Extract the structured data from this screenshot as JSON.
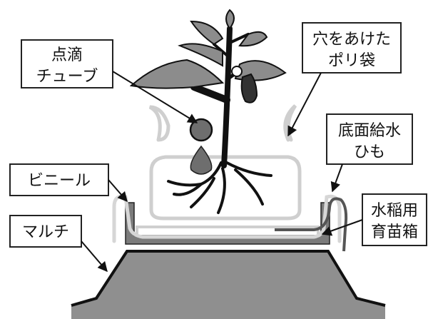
{
  "labels": {
    "drip_tube": [
      "点滴",
      "チューブ"
    ],
    "perforated_bag": [
      "穴をあけた",
      "ポリ袋"
    ],
    "wick": [
      "底面給水",
      "ひも"
    ],
    "vinyl": [
      "ビニール"
    ],
    "seedling_box": [
      "水稲用",
      "育苗箱"
    ],
    "mulch": [
      "マルチ"
    ]
  },
  "colors": {
    "mulch_fill": "#8f8f8f",
    "tray_fill": "#7b7b7b",
    "leaf_fill": "#8c8c8c",
    "bag_outline": "#cfcfcf",
    "drop_fill": "#6e6e6e",
    "eggplant_fill": "#333333",
    "stem": "#111111"
  }
}
